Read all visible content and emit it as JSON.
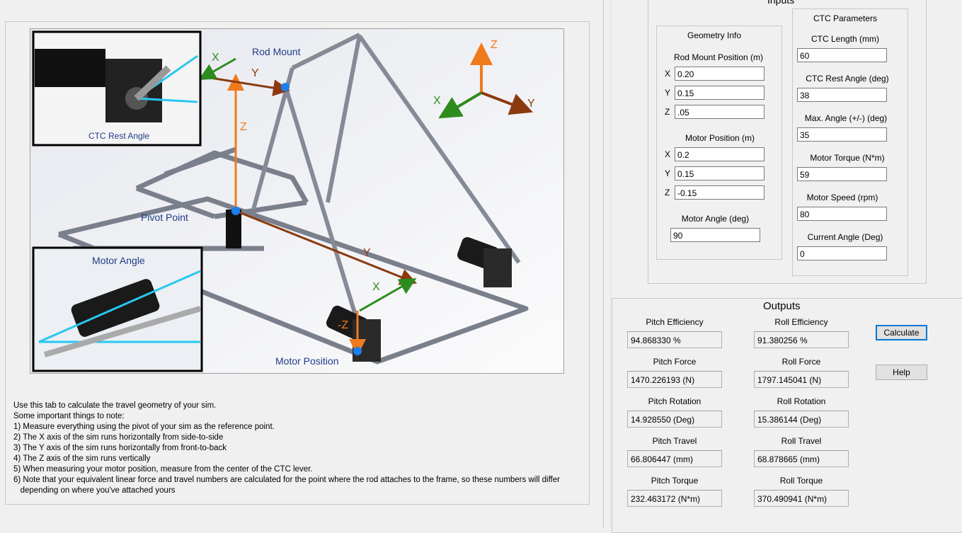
{
  "instructions": {
    "lines": [
      "Use this tab to calculate the travel geometry of your sim.",
      "Some important things to note:",
      "1) Measure everything using the pivot of your sim as the reference point.",
      "2) The X axis of the sim runs horizontally from side-to-side",
      "3) The Y axis of the sim runs horizontally from front-to-back",
      "4) The Z axis of the sim runs vertically",
      "5) When measuring your motor position, measure from the center of the CTC lever.",
      "6) Note that your equivalent linear force and travel numbers are calculated for the point where the rod attaches to the frame, so these numbers will differ",
      "   depending on where you've attached yours"
    ]
  },
  "diagram": {
    "ctc_rest_angle": "CTC Rest Angle",
    "motor_angle": "Motor Angle",
    "rod_mount": "Rod Mount",
    "pivot_point": "Pivot Point",
    "motor_position": "Motor Position",
    "axis_x": "X",
    "axis_y": "Y",
    "axis_z": "Z",
    "axis_neg_z": "-Z",
    "colors": {
      "orange": "#f07a1c",
      "brown": "#8b3a0f",
      "green": "#2e8b1e",
      "cyan": "#28c8f0",
      "label_blue": "#1f3c88",
      "frame": "#7a7f8c"
    }
  },
  "inputs": {
    "title": "Inputs",
    "geometry": {
      "title": "Geometry Info",
      "rod_mount_label": "Rod Mount Position (m)",
      "rod_mount": {
        "x": "0.20",
        "y": "0.15",
        "z": ".05"
      },
      "motor_position_label": "Motor Position (m)",
      "motor_position": {
        "x": "0.2",
        "y": "0.15",
        "z": "-0.15"
      },
      "motor_angle_label": "Motor Angle (deg)",
      "motor_angle": "90",
      "x": "X",
      "y": "Y",
      "z": "Z"
    },
    "ctc": {
      "title": "CTC Parameters",
      "length_label": "CTC Length (mm)",
      "length": "60",
      "rest_angle_label": "CTC Rest Angle (deg)",
      "rest_angle": "38",
      "max_angle_label": "Max. Angle (+/-) (deg)",
      "max_angle": "35",
      "torque_label": "Motor Torque (N*m)",
      "torque": "59",
      "speed_label": "Motor Speed (rpm)",
      "speed": "80",
      "current_angle_label": "Current Angle (Deg)",
      "current_angle": "0"
    }
  },
  "outputs": {
    "title": "Outputs",
    "pitch_efficiency_label": "Pitch Efficiency",
    "pitch_efficiency": "94.868330   %",
    "roll_efficiency_label": "Roll Efficiency",
    "roll_efficiency": "91.380256   %",
    "pitch_force_label": "Pitch Force",
    "pitch_force": "1470.226193   (N)",
    "roll_force_label": "Roll Force",
    "roll_force": "1797.145041   (N)",
    "pitch_rotation_label": "Pitch Rotation",
    "pitch_rotation": "14.928550   (Deg)",
    "roll_rotation_label": "Roll Rotation",
    "roll_rotation": "15.386144   (Deg)",
    "pitch_travel_label": "Pitch Travel",
    "pitch_travel": "66.806447   (mm)",
    "roll_travel_label": "Roll Travel",
    "roll_travel": "68.878665   (mm)",
    "pitch_torque_label": "Pitch Torque",
    "pitch_torque": "232.463172   (N*m)",
    "roll_torque_label": "Roll Torque",
    "roll_torque": "370.490941   (N*m)"
  },
  "buttons": {
    "calculate": "Calculate",
    "help": "Help"
  }
}
